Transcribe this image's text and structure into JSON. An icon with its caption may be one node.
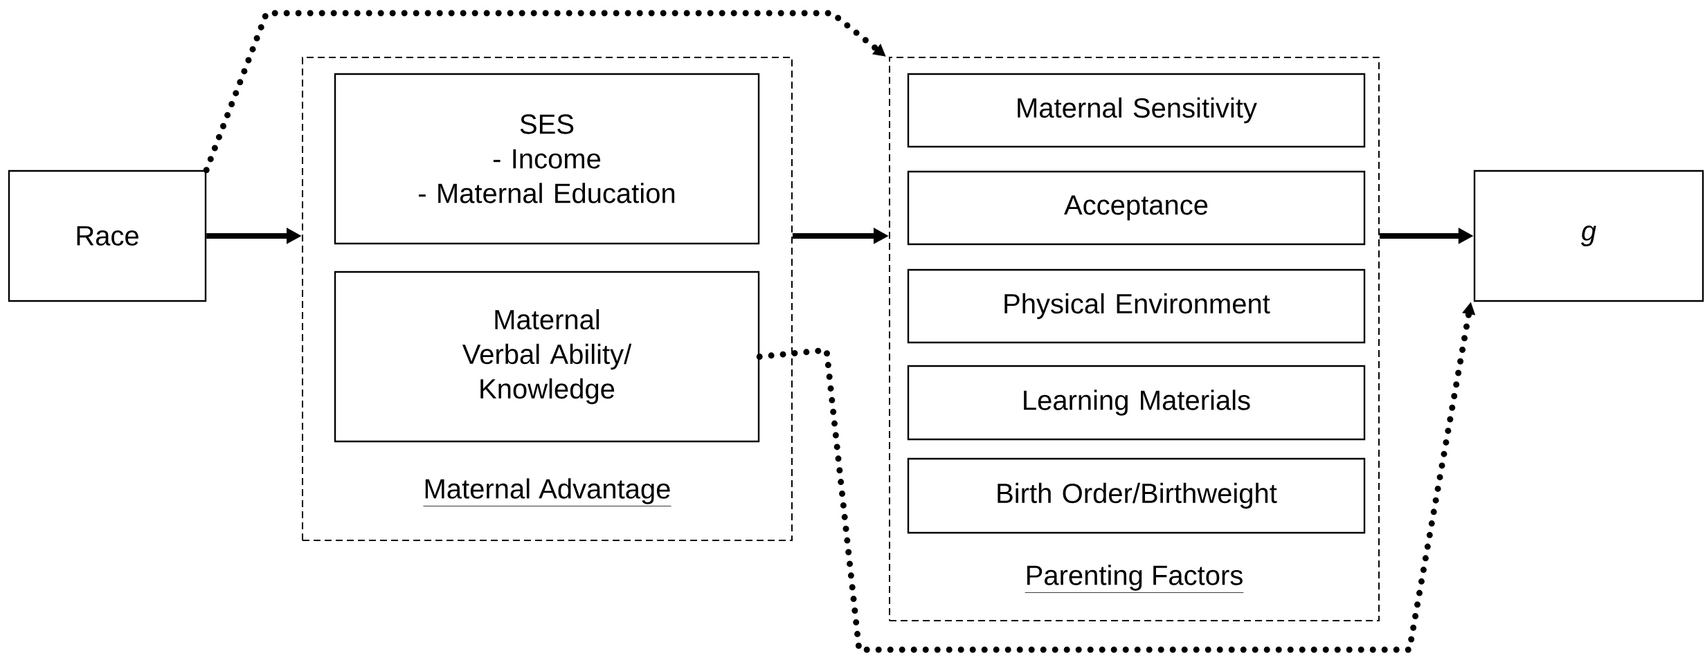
{
  "diagram": {
    "nodes": [
      {
        "text": [
          "Race"
        ]
      },
      {
        "text": [
          "Maternal Advantage"
        ]
      },
      {
        "text": [
          "SES",
          "- Income",
          "- Maternal Education"
        ],
        "in": 1
      },
      {
        "text": [
          "Maternal Verbal Ability/ Knowledge"
        ],
        "in": 1
      },
      {
        "text": [
          "Parenting Factors"
        ]
      },
      {
        "text": [
          "Maternal Sensitivity"
        ],
        "in": 4
      },
      {
        "text": [
          "Acceptance"
        ],
        "in": 4
      },
      {
        "text": [
          "Physical Environment"
        ],
        "in": 4
      },
      {
        "text": [
          "Learning Materials"
        ],
        "in": 4
      },
      {
        "text": [
          "Birth Order/Birthweight"
        ],
        "in": 4
      },
      {
        "text": [
          "*g*"
        ]
      }
    ],
    "edges": [
      {
        "from": 0,
        "to": 1,
        "arrow": "to"
      },
      {
        "from": 1,
        "to": 4,
        "arrow": "to"
      },
      {
        "from": 4,
        "to": 10,
        "arrow": "to"
      },
      {
        "from": 0,
        "to": 4,
        "arrow": "to",
        "style": "dashed"
      },
      {
        "from": 3,
        "to": 10,
        "arrow": "to",
        "style": "dashed"
      }
    ]
  }
}
